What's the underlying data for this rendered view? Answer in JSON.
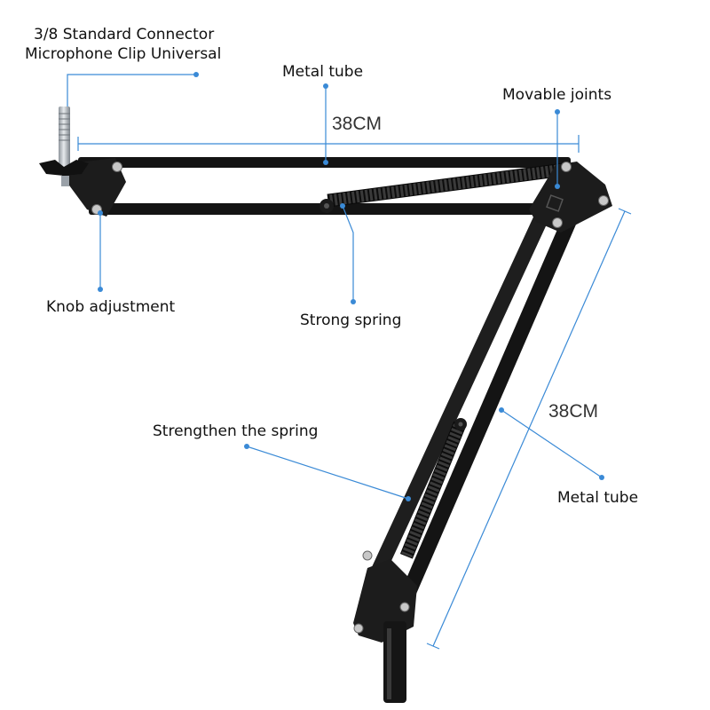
{
  "labels": {
    "connector_line1": "3/8 Standard Connector",
    "connector_line2": "Microphone Clip Universal",
    "metal_tube_top": "Metal tube",
    "movable_joints": "Movable joints",
    "knob_adjustment": "Knob adjustment",
    "strong_spring": "Strong spring",
    "strengthen_spring": "Strengthen the spring",
    "metal_tube_right": "Metal tube"
  },
  "dimensions": {
    "horizontal": "38CM",
    "diagonal": "38CM"
  },
  "colors": {
    "callout": "#3a8ad6",
    "arm": "#141414",
    "joint": "#1c1c1c",
    "bolt": "#c8c8c8",
    "connector": "#b8bec4",
    "spring": "#2a2a2a"
  }
}
